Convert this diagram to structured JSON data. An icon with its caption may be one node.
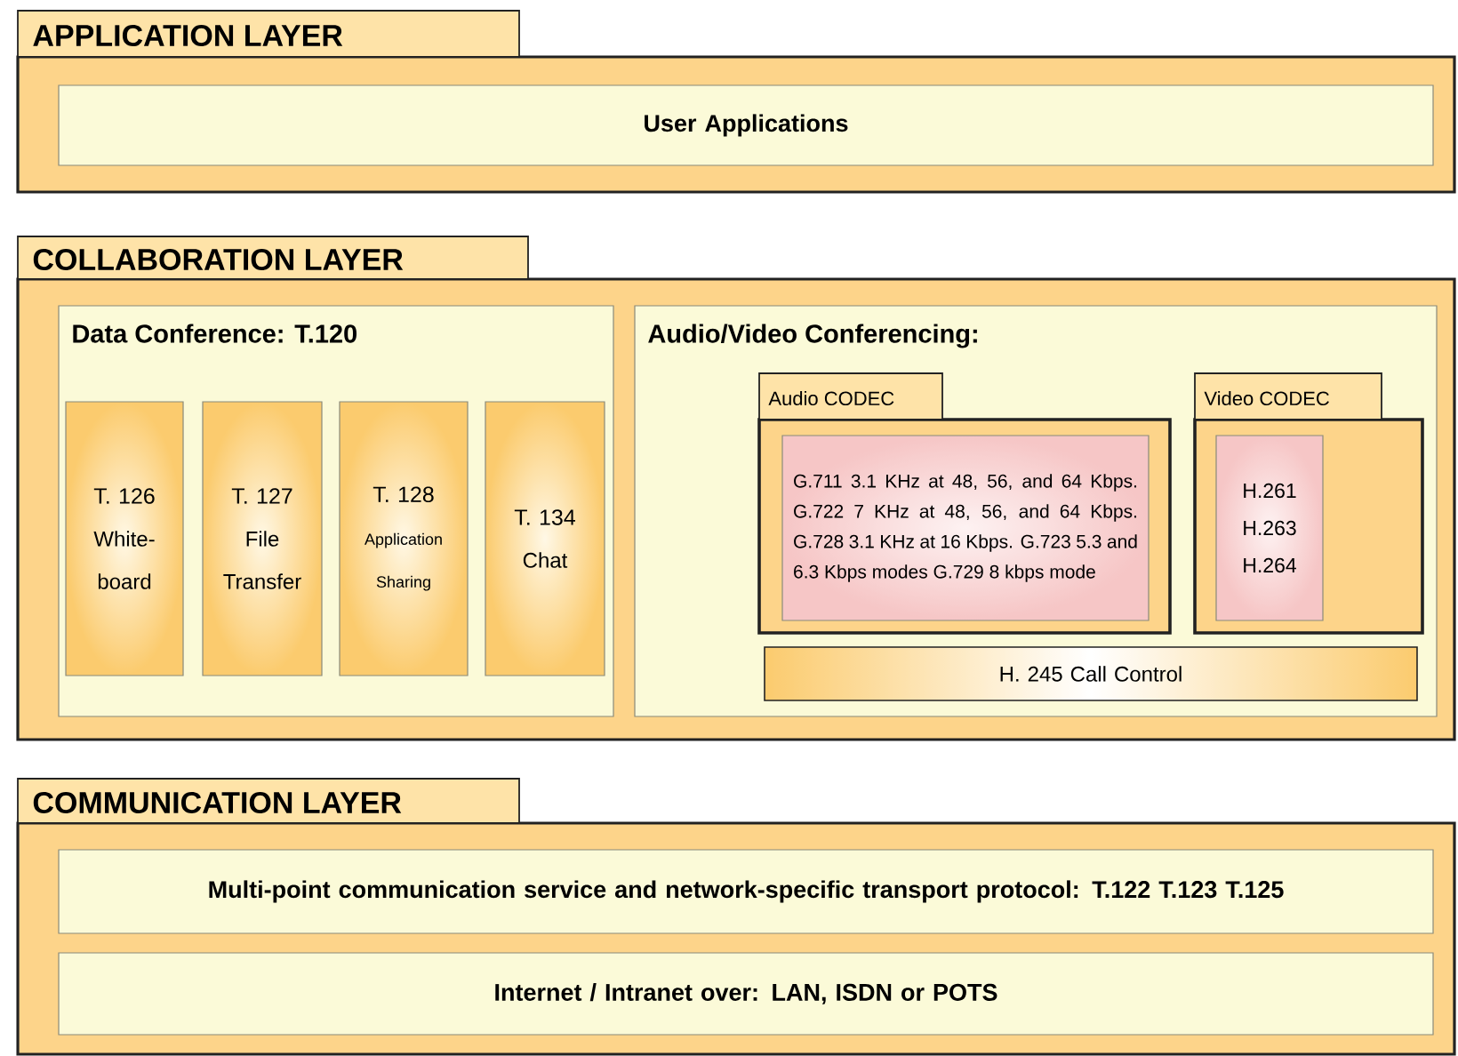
{
  "diagram": {
    "nodes": [
      {
        "text": [
          "APPLICATION LAYER"
        ]
      },
      {
        "text": [
          "User Applications"
        ],
        "in": 0
      },
      {
        "text": [
          "COLLABORATION LAYER"
        ]
      },
      {
        "text": [
          "Data Conference: T.120"
        ],
        "in": 2
      },
      {
        "text": [
          "T. 126",
          "White-board"
        ],
        "in": 3
      },
      {
        "text": [
          "T. 127",
          "File Transfer"
        ],
        "in": 3
      },
      {
        "text": [
          "T. 128",
          "Application Sharing"
        ],
        "in": 3
      },
      {
        "text": [
          "T. 134",
          "Chat"
        ],
        "in": 3
      },
      {
        "text": [
          "Audio/Video Conferencing:"
        ],
        "in": 2
      },
      {
        "text": [
          "Audio CODEC"
        ],
        "in": 8
      },
      {
        "text": [
          "G.711 3.1 KHz at 48, 56, and 64 Kbps. G.722 7 KHz at 48, 56, and 64 Kbps. G.728 3.1 KHz at 16 Kbps. G.723 5.3 and 6.3 Kbps modes G.729 8 kbps mode"
        ],
        "in": 9
      },
      {
        "text": [
          "Video CODEC"
        ],
        "in": 8
      },
      {
        "text": [
          "H.261 H.263 H.264"
        ],
        "in": 11
      },
      {
        "text": [
          "H. 245 Call Control"
        ],
        "in": 8
      },
      {
        "text": [
          "COMMUNICATION LAYER"
        ]
      },
      {
        "text": [
          "Multi-point communication service and network-specific transport protocol: T.122 T.123 T.125"
        ],
        "in": 14
      },
      {
        "text": [
          "Internet / Intranet over: LAN, ISDN or POTS"
        ],
        "in": 14
      }
    ]
  }
}
